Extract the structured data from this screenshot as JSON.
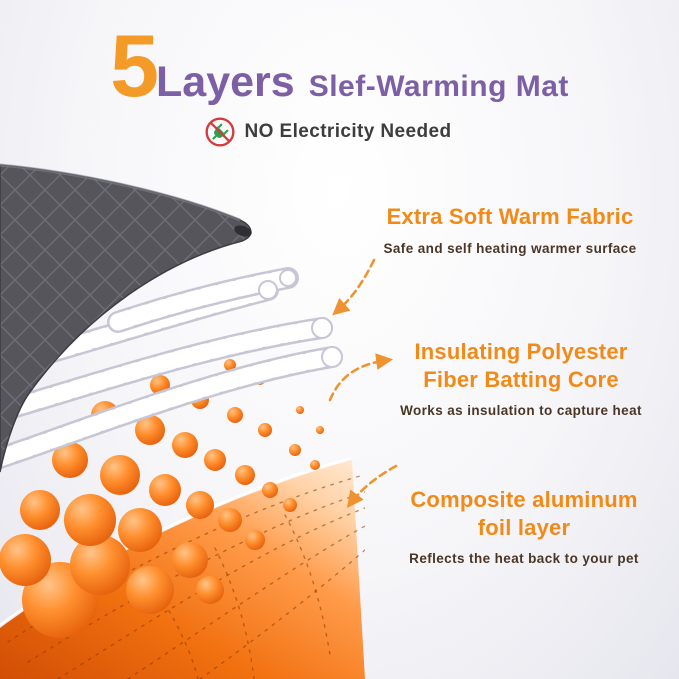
{
  "title": {
    "number": "5",
    "word": "Layers",
    "rest": "Slef-Warming Mat"
  },
  "badge": {
    "label": "NO Electricity Needed"
  },
  "callouts": [
    {
      "heading": "Extra Soft Warm Fabric",
      "subtext": "Safe and self heating warmer surface"
    },
    {
      "heading": "Insulating Polyester\nFiber Batting Core",
      "subtext": "Works as insulation to capture heat"
    },
    {
      "heading": "Composite aluminum\nfoil layer",
      "subtext": "Reflects the heat back to your pet"
    }
  ],
  "icons": {
    "no_electricity": "no-electricity-icon"
  },
  "colors": {
    "title_number": "#f49a26",
    "title_text": "#7c5fa5",
    "heading": "#f18a17",
    "subtext": "#4a3626",
    "arrow": "#ef9330",
    "fabric_gray": "#55555b",
    "bubble_orange": "#ff8f2e",
    "foil_orange": "#f1700f"
  }
}
